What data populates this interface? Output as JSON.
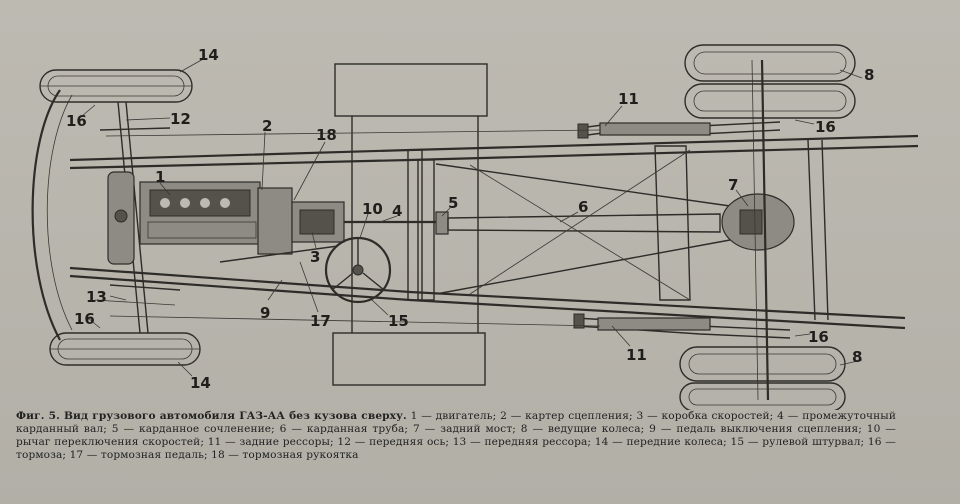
{
  "labels": {
    "l1": "1",
    "l2": "2",
    "l3": "3",
    "l4": "4",
    "l5": "5",
    "l6": "6",
    "l7": "7",
    "l8a": "8",
    "l8b": "8",
    "l9": "9",
    "l10": "10",
    "l11a": "11",
    "l11b": "11",
    "l12": "12",
    "l13": "13",
    "l14a": "14",
    "l14b": "14",
    "l15": "15",
    "l16a": "16",
    "l16b": "16",
    "l16c": "16",
    "l16d": "16",
    "l17": "17",
    "l18": "18"
  },
  "caption": {
    "title": "Фиг. 5. Вид грузового автомобиля ГАЗ-АА без кузова сверху.",
    "text": "1 — двигатель; 2 — картер сцепления; 3 — коробка скоростей; 4 — промежуточный карданный вал; 5 — карданное сочленение; 6 — карданная труба; 7 — задний мост; 8 — ведущие колеса; 9 — педаль выключения сцепления; 10 — рычаг переключения скоростей; 11 — задние рессоры; 12 — передняя ось; 13 — передняя рессора; 14 — передние колеса; 15 — рулевой штурвал; 16 — тормоза; 17 — тормозная педаль; 18 — тормозная рукоятка"
  }
}
